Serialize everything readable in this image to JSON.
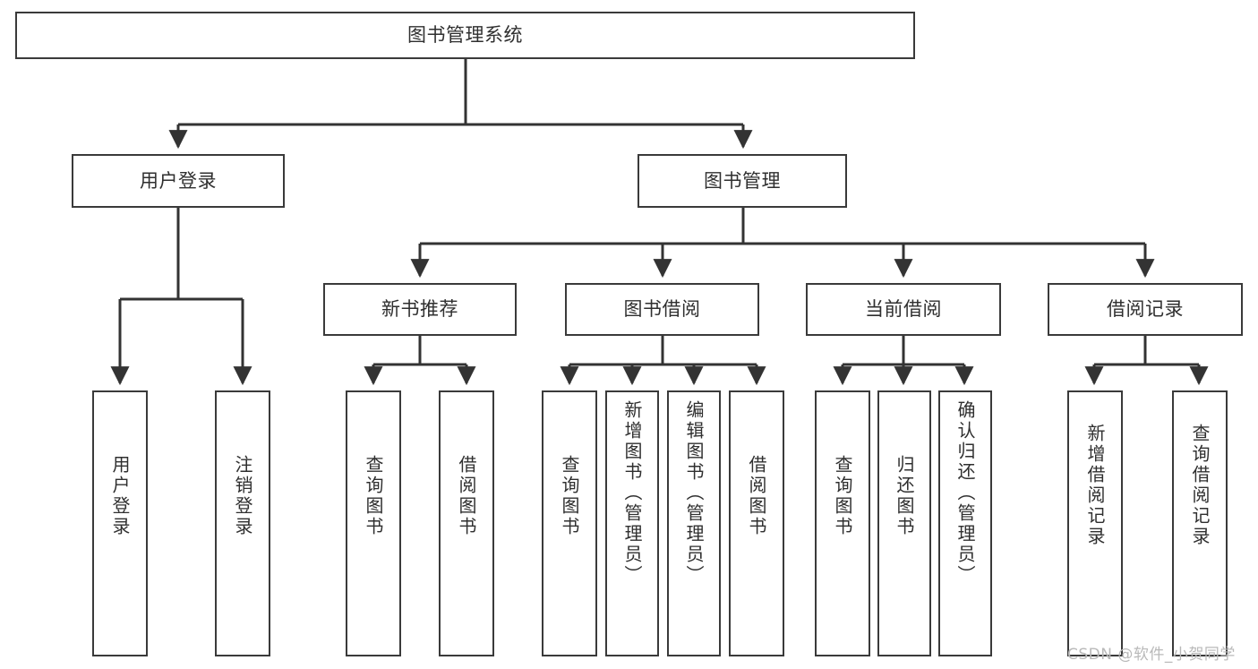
{
  "diagram": {
    "title": "图书管理系统",
    "watermark": "CSDN @软件_小贺同学",
    "line_color": "#333333",
    "box_border_color": "#3a3a3a",
    "background": "#ffffff",
    "type": "tree-hierarchy"
  },
  "nodes": {
    "root": {
      "label": "图书管理系统",
      "level": 1,
      "orientation": "horizontal"
    },
    "level2": [
      {
        "id": "user-login",
        "label": "用户登录"
      },
      {
        "id": "book-management",
        "label": "图书管理"
      }
    ],
    "level3": [
      {
        "id": "new-book-recommend",
        "label": "新书推荐",
        "parent": "book-management"
      },
      {
        "id": "book-borrow",
        "label": "图书借阅",
        "parent": "book-management"
      },
      {
        "id": "current-borrow",
        "label": "当前借阅",
        "parent": "book-management"
      },
      {
        "id": "borrow-record",
        "label": "借阅记录",
        "parent": "book-management"
      }
    ],
    "leaves": [
      {
        "id": "leaf-user-login",
        "label": "用户登录",
        "parent": "user-login"
      },
      {
        "id": "leaf-logout-login",
        "label": "注销登录",
        "parent": "user-login"
      },
      {
        "id": "leaf-query-book-1",
        "label": "查询图书",
        "parent": "new-book-recommend"
      },
      {
        "id": "leaf-borrow-book-1",
        "label": "借阅图书",
        "parent": "new-book-recommend"
      },
      {
        "id": "leaf-query-book-2",
        "label": "查询图书",
        "parent": "book-borrow"
      },
      {
        "id": "leaf-add-book",
        "label": "新增图书（管理员）",
        "parent": "book-borrow"
      },
      {
        "id": "leaf-edit-book",
        "label": "编辑图书（管理员）",
        "parent": "book-borrow"
      },
      {
        "id": "leaf-borrow-book-2",
        "label": "借阅图书",
        "parent": "book-borrow"
      },
      {
        "id": "leaf-query-book-3",
        "label": "查询图书",
        "parent": "current-borrow"
      },
      {
        "id": "leaf-return-book",
        "label": "归还图书",
        "parent": "current-borrow"
      },
      {
        "id": "leaf-confirm-return",
        "label": "确认归还（管理员）",
        "parent": "current-borrow"
      },
      {
        "id": "leaf-add-record",
        "label": "新增借阅记录",
        "parent": "borrow-record"
      },
      {
        "id": "leaf-query-record",
        "label": "查询借阅记录",
        "parent": "borrow-record"
      }
    ]
  }
}
